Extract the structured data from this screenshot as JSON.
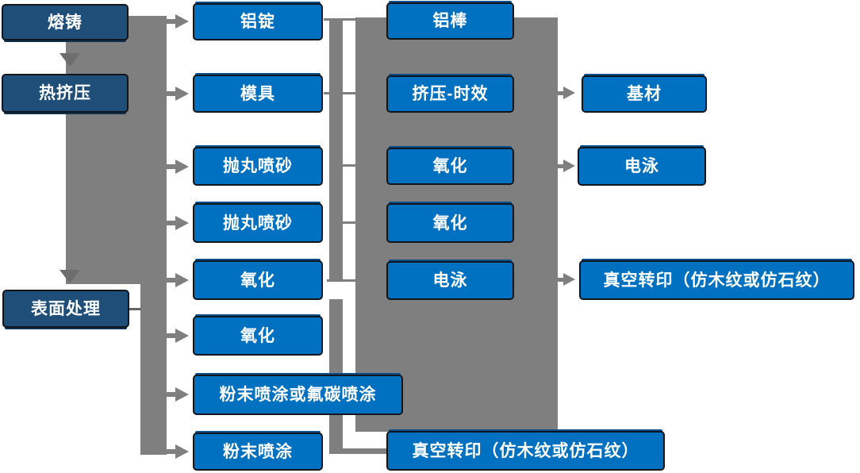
{
  "colors": {
    "process_blue": "#0070C0",
    "stage_dark_blue": "#1F4E79",
    "connector_gray": "#7F7F7F",
    "text_white": "#FFFFFF"
  },
  "stages": [
    {
      "label": "熔铸"
    },
    {
      "label": "热挤压"
    },
    {
      "label": "表面处理"
    }
  ],
  "casting_outputs": [
    {
      "label": "铝锭"
    },
    {
      "label": "模具"
    },
    {
      "label": "抛丸喷砂"
    },
    {
      "label": "抛丸喷砂"
    },
    {
      "label": "氧化"
    },
    {
      "label": "氧化"
    },
    {
      "label": "粉末喷涂或氟碳喷涂"
    },
    {
      "label": "粉末喷涂"
    }
  ],
  "process_steps": [
    {
      "label": "铝棒"
    },
    {
      "label": "挤压-时效"
    },
    {
      "label": "氧化"
    },
    {
      "label": "氧化"
    },
    {
      "label": "电泳"
    },
    {
      "label": "真空转印（仿木纹或仿石纹）"
    }
  ],
  "final_outputs": [
    {
      "label": "基材"
    },
    {
      "label": "电泳"
    },
    {
      "label": "真空转印（仿木纹或仿石纹）"
    }
  ]
}
